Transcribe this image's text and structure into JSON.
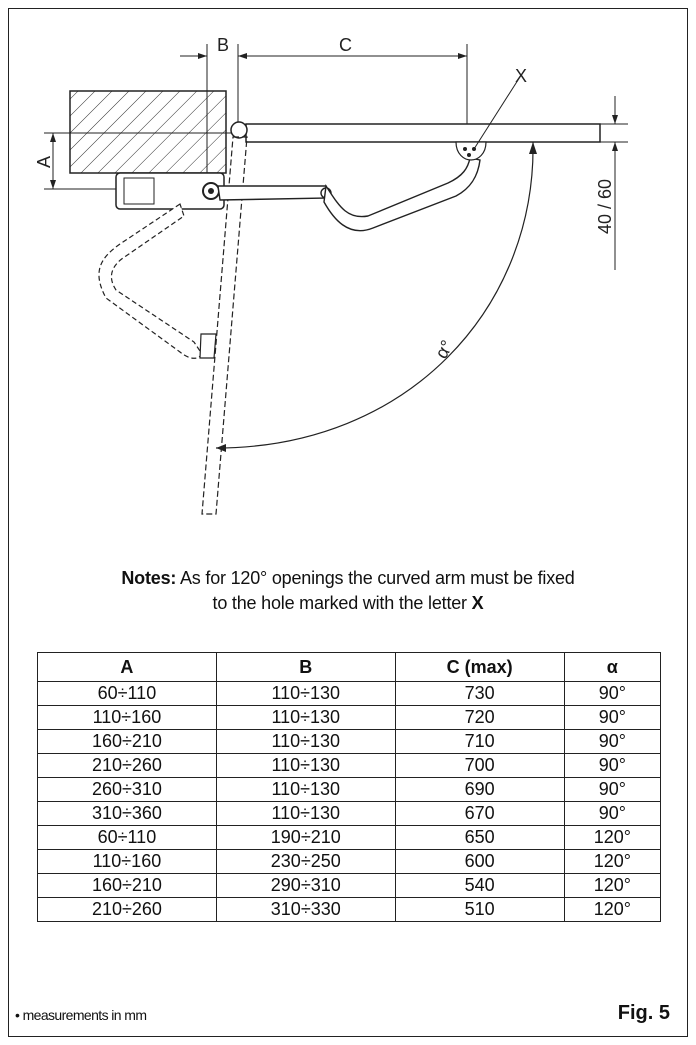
{
  "drawing": {
    "labels": {
      "a": "A",
      "b": "B",
      "c": "C",
      "x": "X",
      "range": "40 / 60",
      "angle": "α°"
    }
  },
  "notes": {
    "prefix": "Notes:",
    "line1": "As for 120° openings the curved arm must be fixed",
    "line2": "to the hole marked with the letter",
    "letter": "X"
  },
  "table": {
    "headers": [
      "A",
      "B",
      "C (max)",
      "α"
    ],
    "rows": [
      [
        "60÷110",
        "110÷130",
        "730",
        "90°"
      ],
      [
        "110÷160",
        "110÷130",
        "720",
        "90°"
      ],
      [
        "160÷210",
        "110÷130",
        "710",
        "90°"
      ],
      [
        "210÷260",
        "110÷130",
        "700",
        "90°"
      ],
      [
        "260÷310",
        "110÷130",
        "690",
        "90°"
      ],
      [
        "310÷360",
        "110÷130",
        "670",
        "90°"
      ],
      [
        "60÷110",
        "190÷210",
        "650",
        "120°"
      ],
      [
        "110÷160",
        "230÷250",
        "600",
        "120°"
      ],
      [
        "160÷210",
        "290÷310",
        "540",
        "120°"
      ],
      [
        "210÷260",
        "310÷330",
        "510",
        "120°"
      ]
    ]
  },
  "footnote": "• measurements in mm",
  "figure_label": "Fig. 5"
}
